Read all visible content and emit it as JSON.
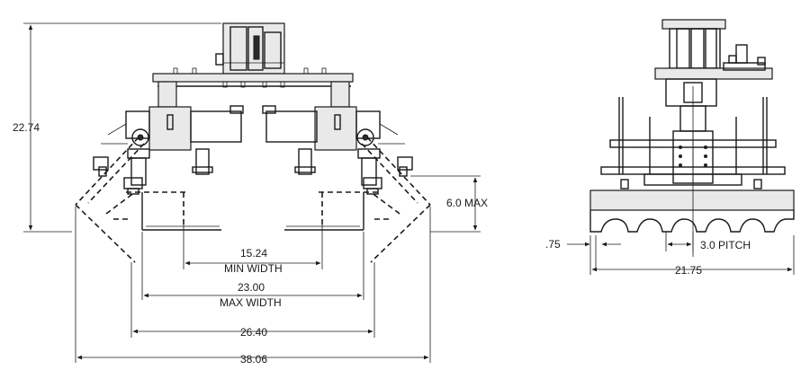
{
  "dimensions": {
    "overall_height": "22.74",
    "max_height": "6.0 MAX",
    "min_width_value": "15.24",
    "min_width_label": "MIN WIDTH",
    "max_width_value": "23.00",
    "max_width_label": "MAX WIDTH",
    "width_2640": "26.40",
    "width_3806": "38.06",
    "edge_offset": ".75",
    "pitch": "3.0 PITCH",
    "side_width": "21.75"
  }
}
